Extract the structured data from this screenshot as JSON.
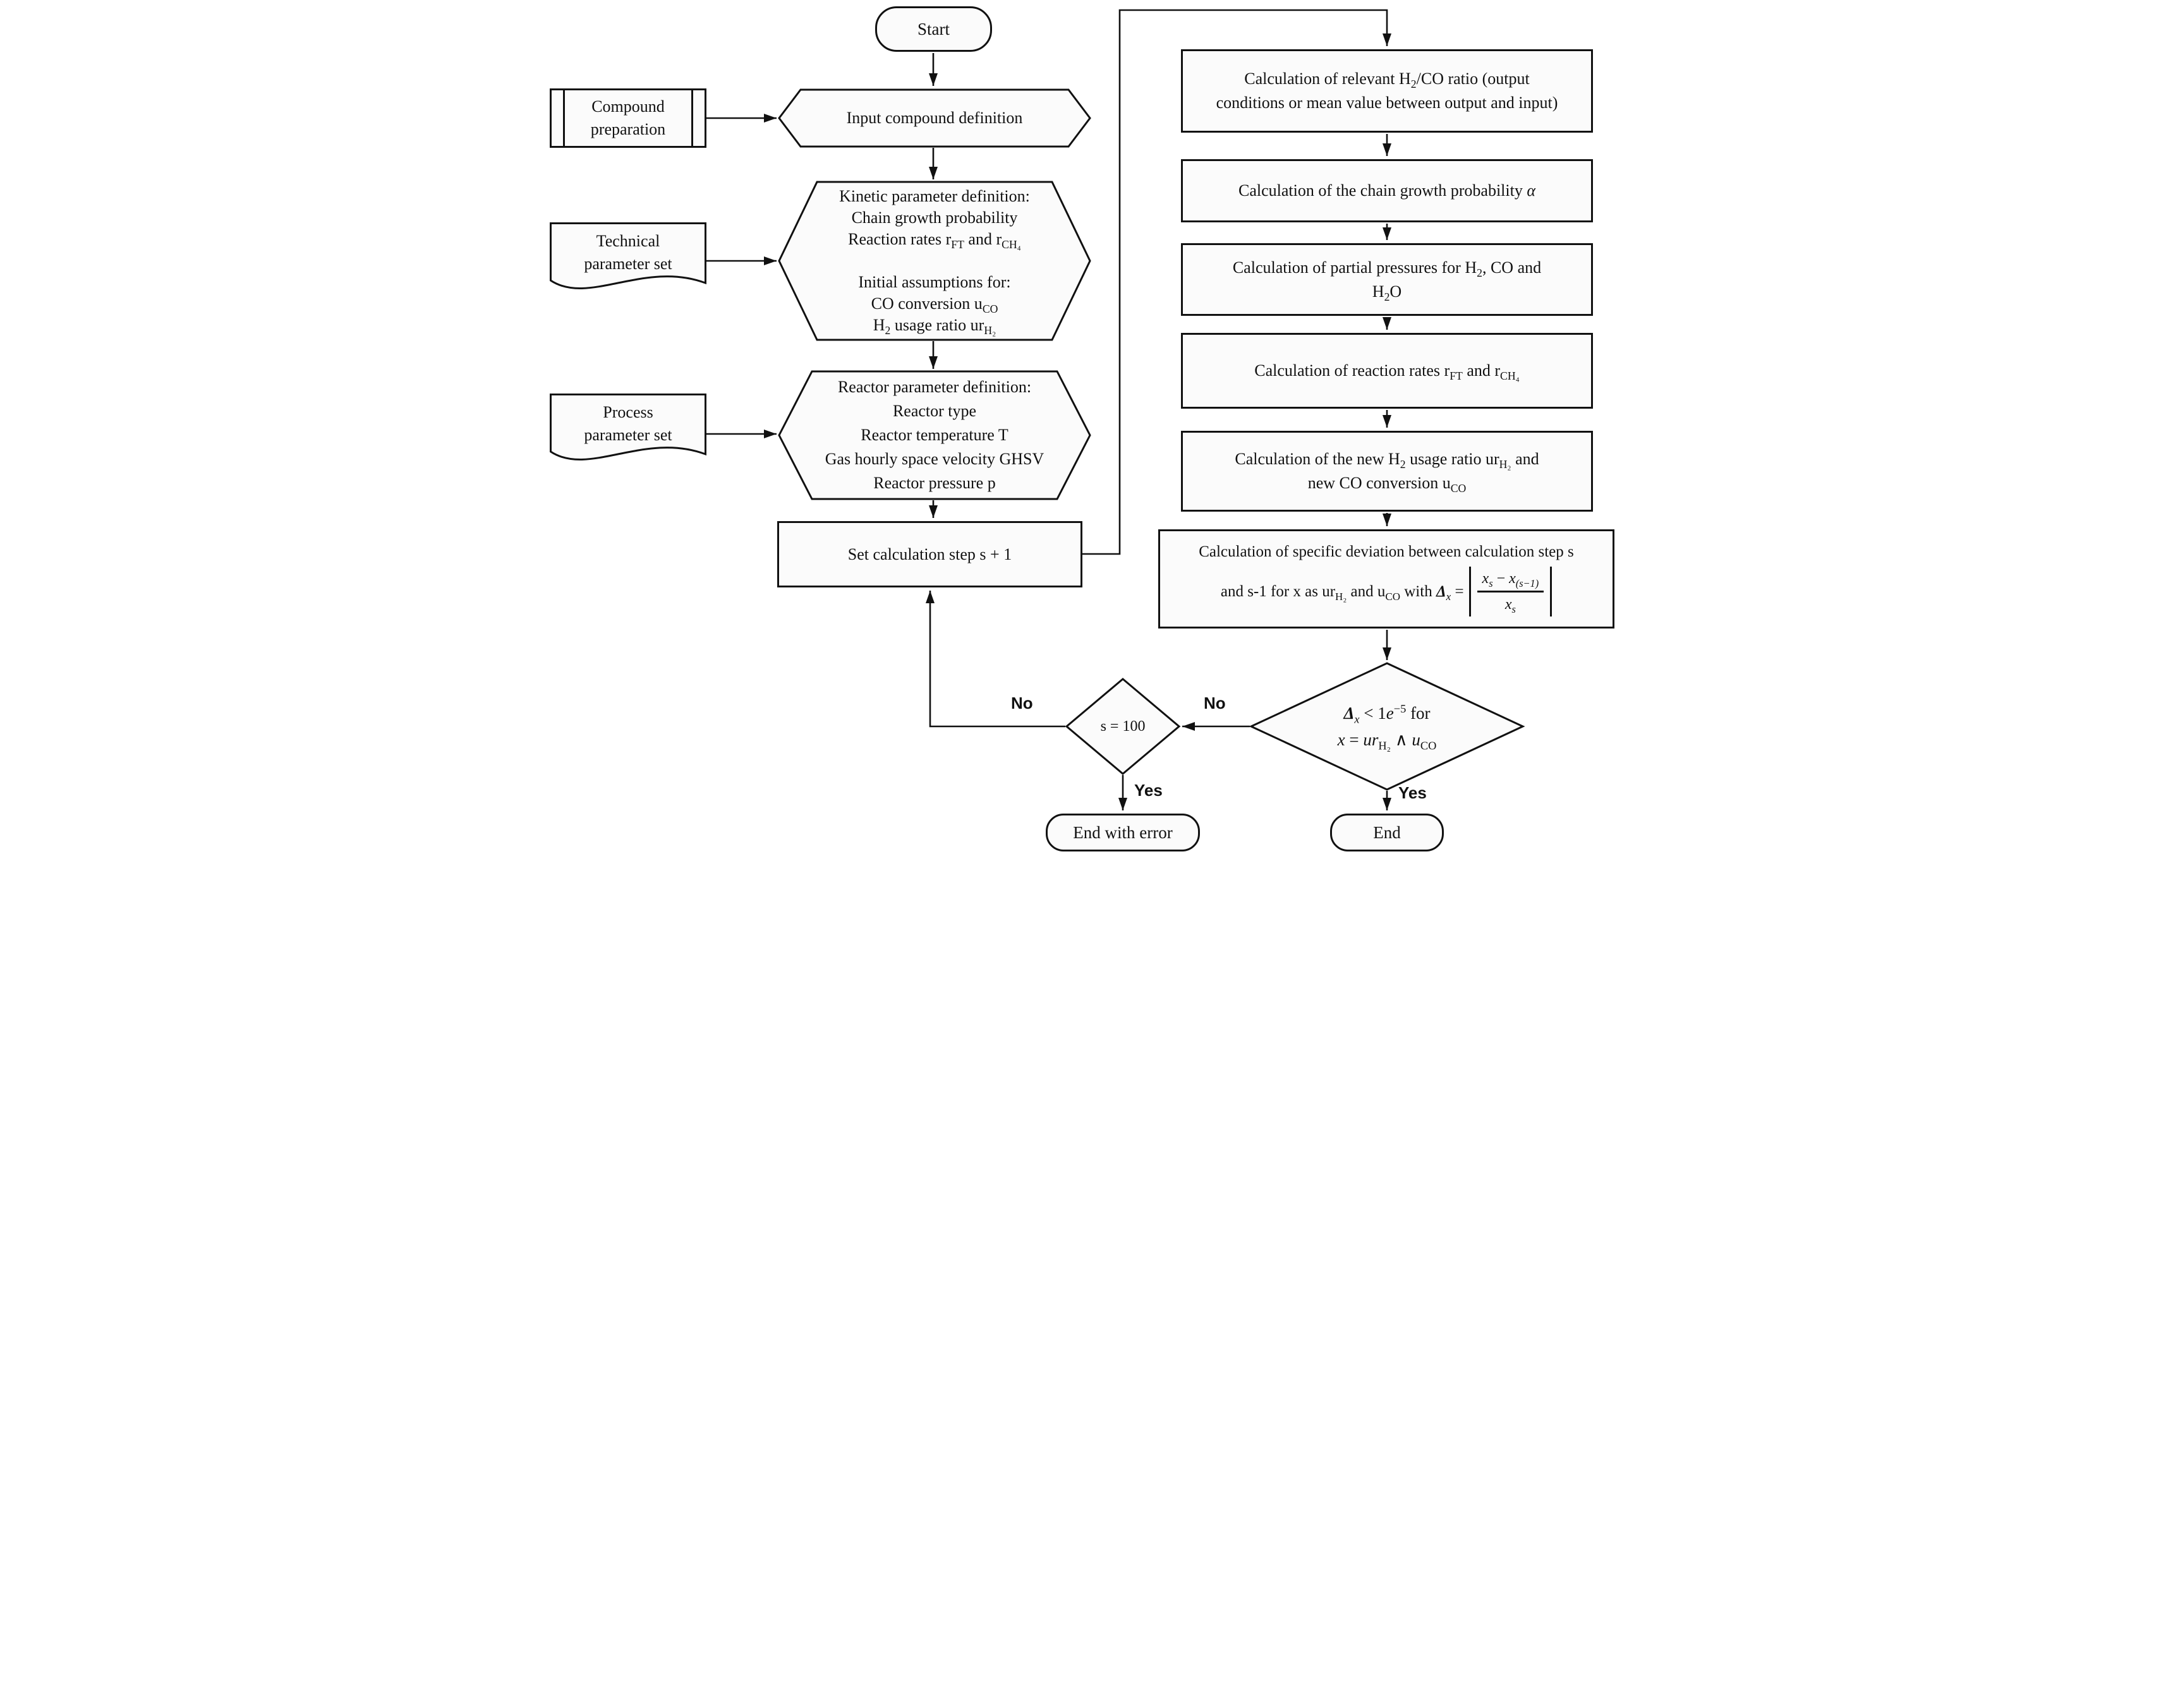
{
  "colors": {
    "stroke": "#111111",
    "shape_fill": "#fbfbfb",
    "background": "#ffffff"
  },
  "labels": {
    "no_loop": "No",
    "no_check": "No",
    "yes_error": "Yes",
    "yes_end": "Yes"
  },
  "nodes": {
    "start": {
      "label": "Start"
    },
    "compound_preparation": {
      "lines": [
        "Compound",
        "preparation"
      ]
    },
    "input_compound": {
      "label": "Input compound definition"
    },
    "technical_parameter_set": {
      "lines": [
        "Technical",
        "parameter set"
      ]
    },
    "kinetic_hex": {
      "lines": [
        [
          [
            "t",
            "Kinetic parameter definition:"
          ]
        ],
        [
          [
            "t",
            "Chain growth probability"
          ]
        ],
        [
          [
            "t",
            "Reaction rates r"
          ],
          [
            "sub",
            "FT"
          ],
          [
            "t",
            " and r"
          ],
          [
            "sub",
            "CH₄"
          ]
        ],
        [
          [
            "t",
            ""
          ]
        ],
        [
          [
            "t",
            "Initial assumptions for:"
          ]
        ],
        [
          [
            "t",
            "CO conversion u"
          ],
          [
            "sub",
            "CO"
          ]
        ],
        [
          [
            "t",
            "H"
          ],
          [
            "sub",
            "2"
          ],
          [
            "t",
            " usage ratio ur"
          ],
          [
            "sub",
            "H₂"
          ]
        ]
      ]
    },
    "process_parameter_set": {
      "lines": [
        "Process",
        "parameter set"
      ]
    },
    "reactor_hex": {
      "lines": [
        [
          [
            "t",
            "Reactor parameter definition:"
          ]
        ],
        [
          [
            "t",
            "Reactor type"
          ]
        ],
        [
          [
            "t",
            "Reactor temperature T"
          ]
        ],
        [
          [
            "t",
            "Gas hourly space velocity GHSV"
          ]
        ],
        [
          [
            "t",
            "Reactor pressure p"
          ]
        ]
      ]
    },
    "set_calc_step": {
      "label": "Set calculation step s + 1"
    },
    "calc_h2co": {
      "lines": [
        [
          [
            "t",
            "Calculation of relevant H"
          ],
          [
            "sub",
            "2"
          ],
          [
            "t",
            "/CO ratio (output"
          ]
        ],
        [
          [
            "t",
            "conditions or mean value between output and input)"
          ]
        ]
      ]
    },
    "calc_alpha": {
      "lines": [
        [
          [
            "t",
            "Calculation of the chain growth probability "
          ],
          [
            "i",
            "α"
          ]
        ]
      ]
    },
    "calc_partial": {
      "lines": [
        [
          [
            "t",
            "Calculation of partial pressures for H"
          ],
          [
            "sub",
            "2"
          ],
          [
            "t",
            ", CO and"
          ]
        ],
        [
          [
            "t",
            "H"
          ],
          [
            "sub",
            "2"
          ],
          [
            "t",
            "O"
          ]
        ]
      ]
    },
    "calc_rates": {
      "lines": [
        [
          [
            "t",
            "Calculation of reaction rates r"
          ],
          [
            "sub",
            "FT"
          ],
          [
            "t",
            " and r"
          ],
          [
            "sub",
            "CH₄"
          ]
        ]
      ]
    },
    "calc_new": {
      "lines": [
        [
          [
            "t",
            "Calculation of the new H"
          ],
          [
            "sub",
            "2"
          ],
          [
            "t",
            " usage ratio ur"
          ],
          [
            "sub",
            "H₂"
          ],
          [
            "t",
            " and"
          ]
        ],
        [
          [
            "t",
            "new CO conversion u"
          ],
          [
            "sub",
            "CO"
          ]
        ]
      ]
    },
    "calc_dev": {
      "line1": [
        [
          "t",
          "Calculation of specific deviation between calculation step s"
        ]
      ],
      "line2_prefix": [
        [
          "t",
          "and s-1 for x as ur"
        ],
        [
          "sub",
          "H₂"
        ],
        [
          "t",
          " and u"
        ],
        [
          "sub",
          "CO"
        ],
        [
          "t",
          " with "
        ],
        [
          "bi",
          "Δ"
        ],
        [
          "isub",
          "x"
        ],
        [
          "t",
          " = "
        ]
      ],
      "frac_num": [
        [
          "i",
          "x"
        ],
        [
          "isub",
          "s"
        ],
        [
          "t",
          " − "
        ],
        [
          "i",
          "x"
        ],
        [
          "isub",
          "(s−1)"
        ]
      ],
      "frac_den": [
        [
          "i",
          "x"
        ],
        [
          "isub",
          "s"
        ]
      ]
    },
    "check_delta": {
      "lines": [
        [
          [
            "bi",
            "Δ"
          ],
          [
            "isub",
            "x"
          ],
          [
            "t",
            " < 1"
          ],
          [
            "i",
            "e"
          ],
          [
            "sup",
            "−5"
          ],
          [
            "t",
            " for"
          ]
        ],
        [
          [
            "i",
            "x"
          ],
          [
            "t",
            " = "
          ],
          [
            "i",
            "ur"
          ],
          [
            "sub",
            "H₂"
          ],
          [
            "t",
            " ∧ "
          ],
          [
            "i",
            "u"
          ],
          [
            "sub",
            "CO"
          ]
        ]
      ]
    },
    "check_s100": {
      "label": "s = 100"
    },
    "end_error": {
      "label": "End with error"
    },
    "end": {
      "label": "End"
    }
  }
}
